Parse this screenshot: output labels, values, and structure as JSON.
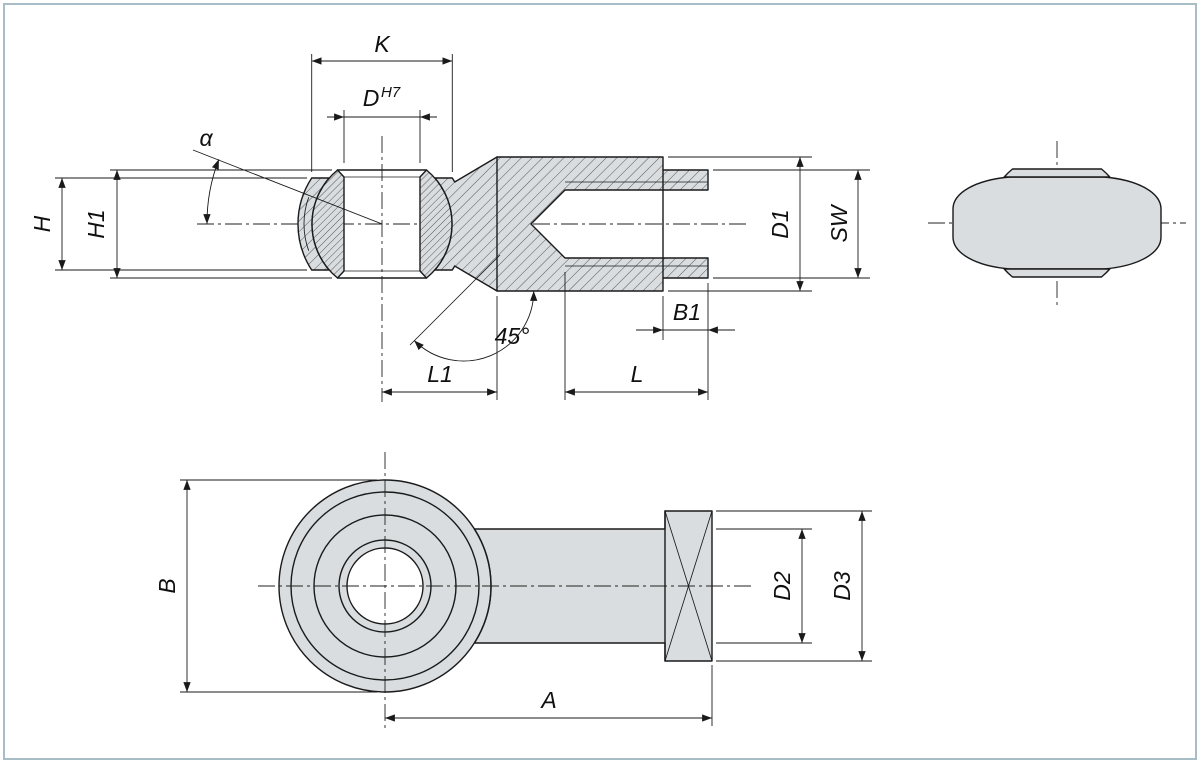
{
  "dimensions": {
    "k": "K",
    "d": "D",
    "d_tolerance": "H7",
    "alpha": "α",
    "h": "H",
    "h1": "H1",
    "d1": "D1",
    "sw": "SW",
    "b1": "B1",
    "chamfer_angle": "45°",
    "l1": "L1",
    "l": "L",
    "b": "B",
    "d2": "D2",
    "d3": "D3",
    "a": "A"
  },
  "colors": {
    "metal_fill": "#d9dddf",
    "line": "#1a1a1a",
    "hatch": "#43484b",
    "centerline": "#222222",
    "frame": "#a9bdc6",
    "background": "#ffffff"
  }
}
